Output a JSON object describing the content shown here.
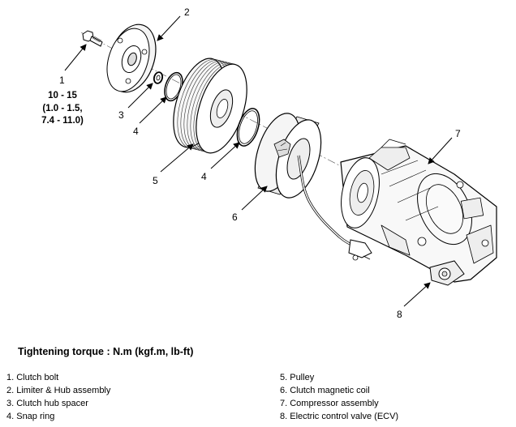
{
  "callouts": {
    "c1": "1",
    "c2": "2",
    "c3": "3",
    "c4a": "4",
    "c4b": "4",
    "c5": "5",
    "c6": "6",
    "c7": "7",
    "c8": "8"
  },
  "torque_values": {
    "line1": "10 - 15",
    "line2": "(1.0 - 1.5,",
    "line3": "7.4 - 11.0)"
  },
  "torque_heading": "Tightening torque : N.m (kgf.m, lb-ft)",
  "legend": {
    "left": [
      "1. Clutch bolt",
      "2. Limiter & Hub assembly",
      "3. Clutch hub spacer",
      "4. Snap ring"
    ],
    "right": [
      "5. Pulley",
      "6. Clutch magnetic coil",
      "7. Compressor assembly",
      "8. Electric control valve (ECV)"
    ]
  }
}
